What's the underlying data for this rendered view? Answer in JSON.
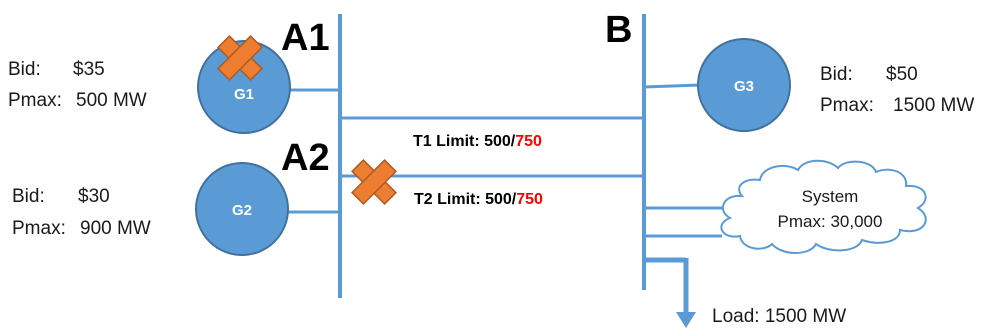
{
  "buses": {
    "a1": "A1",
    "a2": "A2",
    "b": "B"
  },
  "generators": [
    {
      "name": "G1",
      "bid": "$35",
      "pmax": "500 MW",
      "outage": true
    },
    {
      "name": "G2",
      "bid": "$30",
      "pmax": "900 MW",
      "outage": false
    },
    {
      "name": "G3",
      "bid": "$50",
      "pmax": "1500 MW",
      "outage": false
    }
  ],
  "labels": {
    "bid": "Bid:",
    "pmax": "Pmax:"
  },
  "lines": [
    {
      "name": "T1 Limit: 500/",
      "limit_new": "750",
      "outage": false
    },
    {
      "name": "T2 Limit: 500/",
      "limit_new": "750",
      "outage": true
    }
  ],
  "system": {
    "title": "System",
    "pmax": "Pmax: 30,000"
  },
  "load": {
    "label": "Load: 1500 MW"
  },
  "colors": {
    "line": "#5b9bd5",
    "generator_fill": "#5b9bd5",
    "generator_stroke": "#41719c",
    "outage_fill": "#ed7d31",
    "outage_stroke": "#ae5a21",
    "highlight": "#ff0000"
  }
}
